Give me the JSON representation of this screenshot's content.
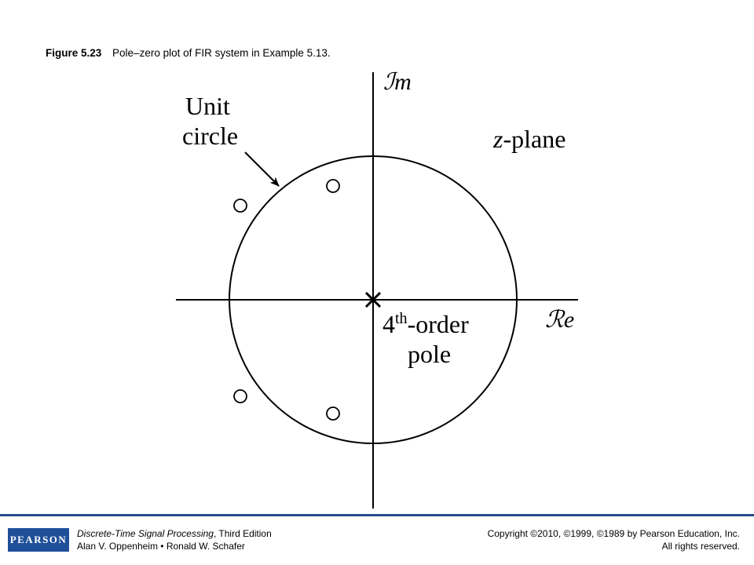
{
  "caption": {
    "figure_number": "Figure 5.23",
    "text": "Pole–zero plot of FIR system in Example 5.13."
  },
  "diagram": {
    "imag_axis_label": "ℐm",
    "real_axis_label": "ℛe",
    "plane_label_var": "z",
    "plane_label_rest": "-plane",
    "unit_circle_label_line1": "Unit",
    "unit_circle_label_line2": "circle",
    "pole_label_base": "4",
    "pole_label_sup": "th",
    "pole_label_rest": "-order",
    "pole_label_line2": "pole",
    "zero_count": 4,
    "pole_count": 1,
    "colors": {
      "stroke": "#000000"
    }
  },
  "footer": {
    "logo": "PEARSON",
    "book_title": "Discrete-Time Signal Processing",
    "book_edition": ", Third Edition",
    "authors": "Alan V. Oppenheim • Ronald W. Schafer",
    "copyright": "Copyright ©2010, ©1999, ©1989 by Pearson Education, Inc.",
    "rights": "All rights reserved.",
    "accent_color": "#1f4f99"
  }
}
